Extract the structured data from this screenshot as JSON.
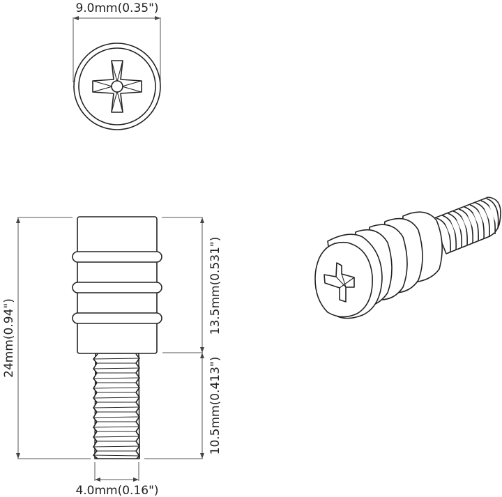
{
  "diagram": {
    "subject": "Phillips pan head screw with ribbed sleeve",
    "views": {
      "top": {
        "label": "top-view"
      },
      "side": {
        "label": "side-view"
      },
      "iso": {
        "label": "isometric-view"
      }
    },
    "dimensions": {
      "head_diameter": "9.0mm(0.35\")",
      "overall_length": "24mm(0.94\")",
      "head_length": "13.5mm(0.531\")",
      "thread_length": "10.5mm(0.413\")",
      "thread_diameter": "4.0mm(0.16\")"
    },
    "colors": {
      "line": "#222222",
      "dimension": "#555555",
      "background": "#ffffff"
    }
  }
}
